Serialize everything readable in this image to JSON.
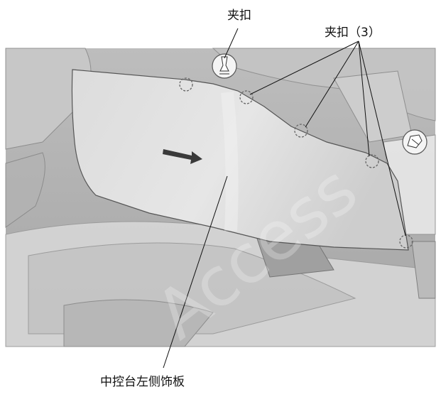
{
  "labels": {
    "clip_single": "夹扣",
    "clip_multiple": "夹扣（3）",
    "panel": "中控台左侧饰板"
  },
  "watermark": "Access",
  "icons": [
    "clip-icon",
    "clip-icon",
    "arrow-icon"
  ]
}
